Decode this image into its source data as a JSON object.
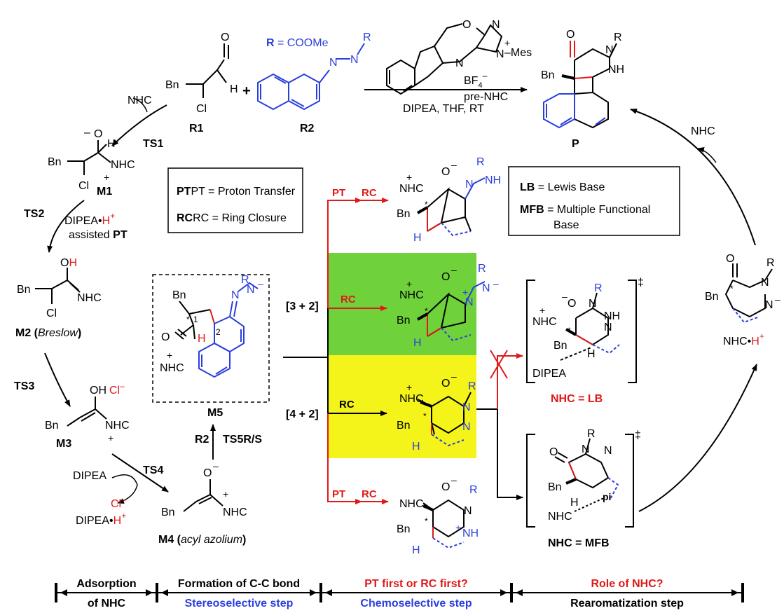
{
  "colors": {
    "black": "#000000",
    "blue": "#2b3fdd",
    "red": "#e01919",
    "green": "#6fd23a",
    "yellow": "#f4f41a"
  },
  "top": {
    "r_def_R": "R",
    "r_def_rest": " = COOMe",
    "bn": "Bn",
    "cl": "Cl",
    "o": "O",
    "h": "H",
    "plus": "+",
    "r1": "R1",
    "r2": "R2",
    "p": "P",
    "n": "N",
    "nplus": "N",
    "mes": "–Mes",
    "bf4": "BF",
    "bf4_sub": "4",
    "bf4_sup": "–",
    "pre_nhc": "pre-NHC",
    "conditions": "DIPEA, THF, RT",
    "nh": "NH",
    "r": "R"
  },
  "left": {
    "nhc": "NHC",
    "ts1": "TS1",
    "m1": "M1",
    "ts2": "TS2",
    "dipea_h_a": "DIPEA•",
    "dipea_h_b": "H",
    "assisted": "assisted ",
    "pt": "PT",
    "oh": "OH",
    "m2": "M2 (",
    "breslow": "Breslow",
    "close": ")",
    "ts3": "TS3",
    "cl_minus": "Cl",
    "m3": "M3",
    "dipea": "DIPEA",
    "ts4": "TS4",
    "m4": "M4 (",
    "acyl": "acyl azolium",
    "minus": "–"
  },
  "middle": {
    "legend_pt": "PT = Proton Transfer",
    "legend_rc": "RC = Ring Closure",
    "m5": "M5",
    "r2": "R2",
    "ts5": "TS5R/S",
    "c32": "[3 + 2]",
    "c42": "[4 + 2]",
    "pt": "PT",
    "rc": "RC",
    "star": "*",
    "n1": "1",
    "n2": "2"
  },
  "right": {
    "lb_a": "LB",
    "lb_b": " = Lewis Base",
    "mfb_a": "MFB",
    "mfb_b": " = Multiple Functional",
    "mfb_c": "Base",
    "dagger": "‡",
    "nhc_lb": "NHC = LB",
    "nhc_mfb": "NHC = MFB",
    "dipea": "DIPEA",
    "pi": "pi",
    "nhc": "NHC",
    "nhc_h": "NHC•",
    "hplus": "H"
  },
  "bottom": {
    "s1a": "Adsorption",
    "s1b": "of NHC",
    "s2a": "Formation of C-C bond",
    "s2b": "Stereoselective step",
    "s3a": "PT first or RC first?",
    "s3b": "Chemoselective step",
    "s4a": "Role of NHC?",
    "s4b": "Rearomatization step"
  }
}
